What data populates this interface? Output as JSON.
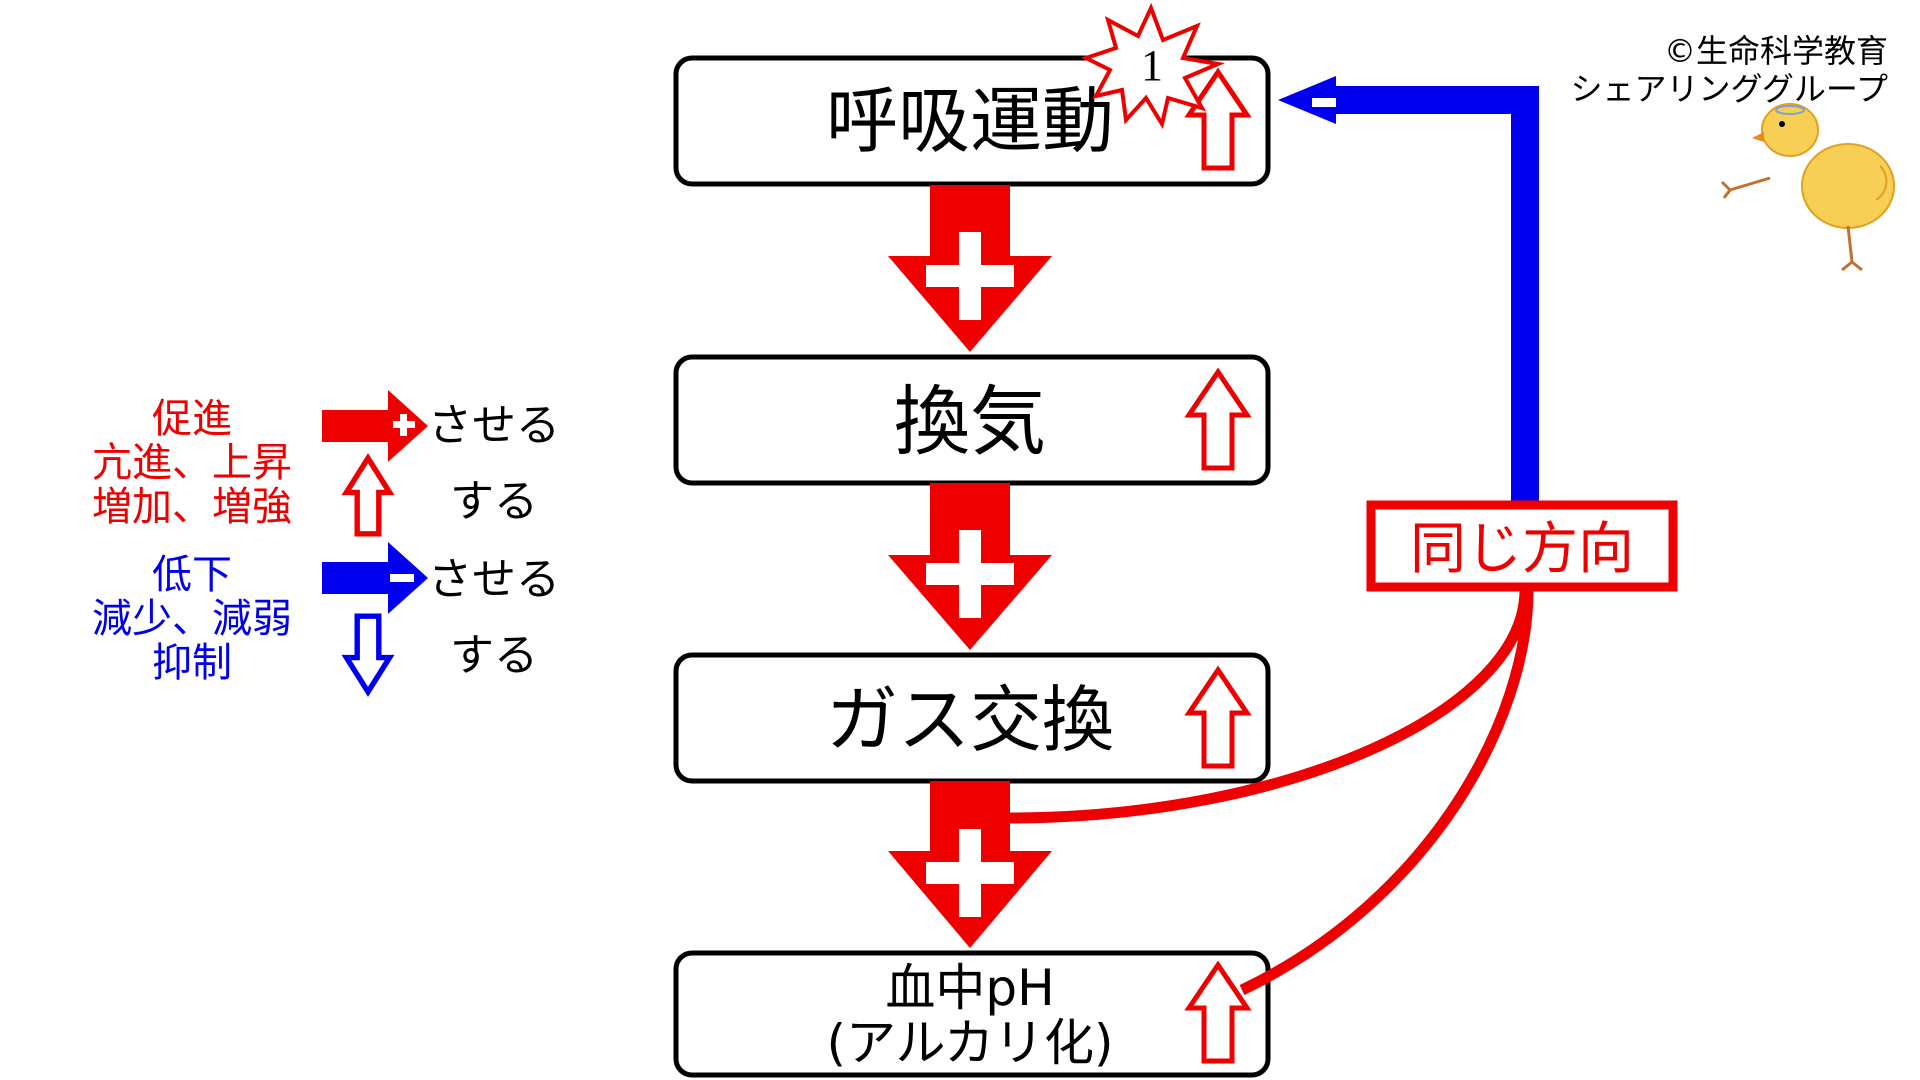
{
  "copyright": {
    "line1": "©生命科学教育",
    "line2": "シェアリンググループ"
  },
  "legend": {
    "promote_words": [
      "促進",
      "亢進、上昇",
      "増加、増強"
    ],
    "suppress_words": [
      "低下",
      "減少、減弱",
      "抑制"
    ],
    "make_text": "させる",
    "do_text": "する"
  },
  "flow": {
    "boxes": [
      {
        "label": "呼吸運動",
        "badge": "1"
      },
      {
        "label": "換気"
      },
      {
        "label": "ガス交換"
      },
      {
        "label_line1": "血中pH",
        "label_line2": "(アルカリ化)"
      }
    ]
  },
  "feedback": {
    "label": "同じ方向"
  },
  "colors": {
    "promote": "#ee0000",
    "suppress": "#0000ee",
    "box_border": "#000000"
  }
}
